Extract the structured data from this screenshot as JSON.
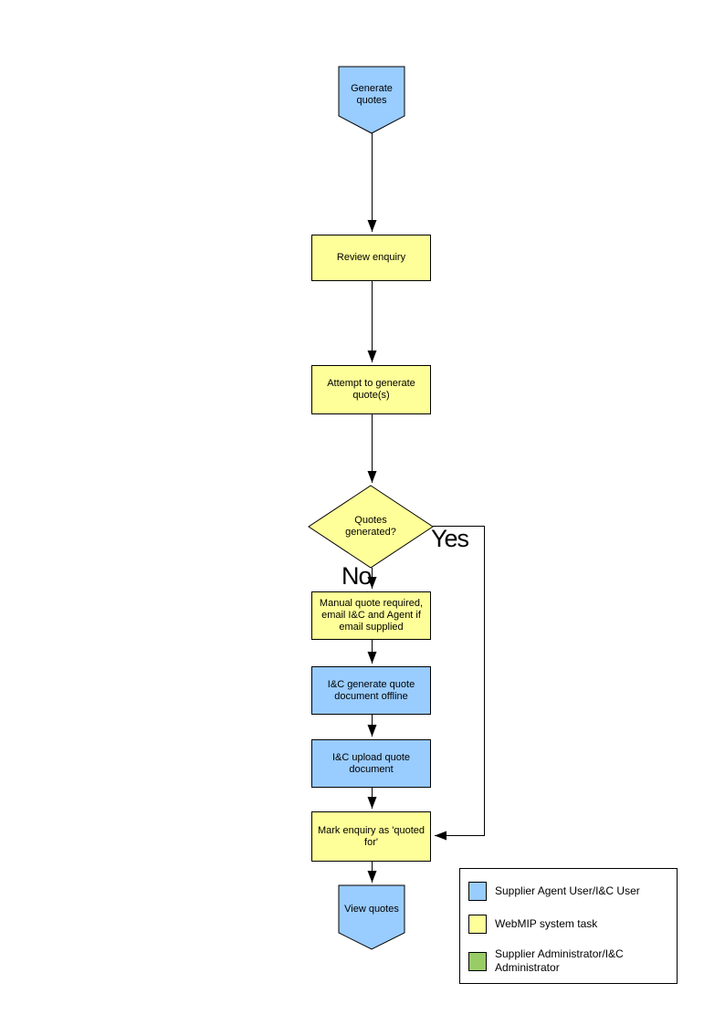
{
  "flowchart": {
    "nodes": {
      "start": {
        "label": "Generate quotes",
        "shape": "offpage-connector",
        "fill": "#99CCFF"
      },
      "review": {
        "label": "Review enquiry",
        "shape": "process",
        "fill": "#FFFF99"
      },
      "attempt": {
        "label": "Attempt to generate quote(s)",
        "shape": "process",
        "fill": "#FFFF99"
      },
      "decision": {
        "label": "Quotes generated?",
        "shape": "decision",
        "fill": "#FFFF99"
      },
      "manual": {
        "label": "Manual quote required, email I&C and Agent if email supplied",
        "shape": "process",
        "fill": "#FFFF99"
      },
      "offline": {
        "label": "I&C generate quote document offline",
        "shape": "process",
        "fill": "#99CCFF"
      },
      "upload": {
        "label": "I&C upload quote document",
        "shape": "process",
        "fill": "#99CCFF"
      },
      "mark": {
        "label": "Mark enquiry as 'quoted for'",
        "shape": "process",
        "fill": "#FFFF99"
      },
      "end": {
        "label": "View quotes",
        "shape": "offpage-connector",
        "fill": "#99CCFF"
      }
    },
    "branch_labels": {
      "yes": "Yes",
      "no": "No"
    }
  },
  "legend": {
    "items": [
      {
        "label": "Supplier Agent User/I&C User",
        "color": "#99CCFF"
      },
      {
        "label": "WebMIP system task",
        "color": "#FFFF99"
      },
      {
        "label": "Supplier Administrator/I&C Administrator",
        "color": "#99CC66"
      }
    ]
  },
  "colors": {
    "node_blue": "#99CCFF",
    "node_yellow": "#FFFF99",
    "legend_green": "#99CC66",
    "line": "#000000",
    "background": "#FFFFFF"
  }
}
